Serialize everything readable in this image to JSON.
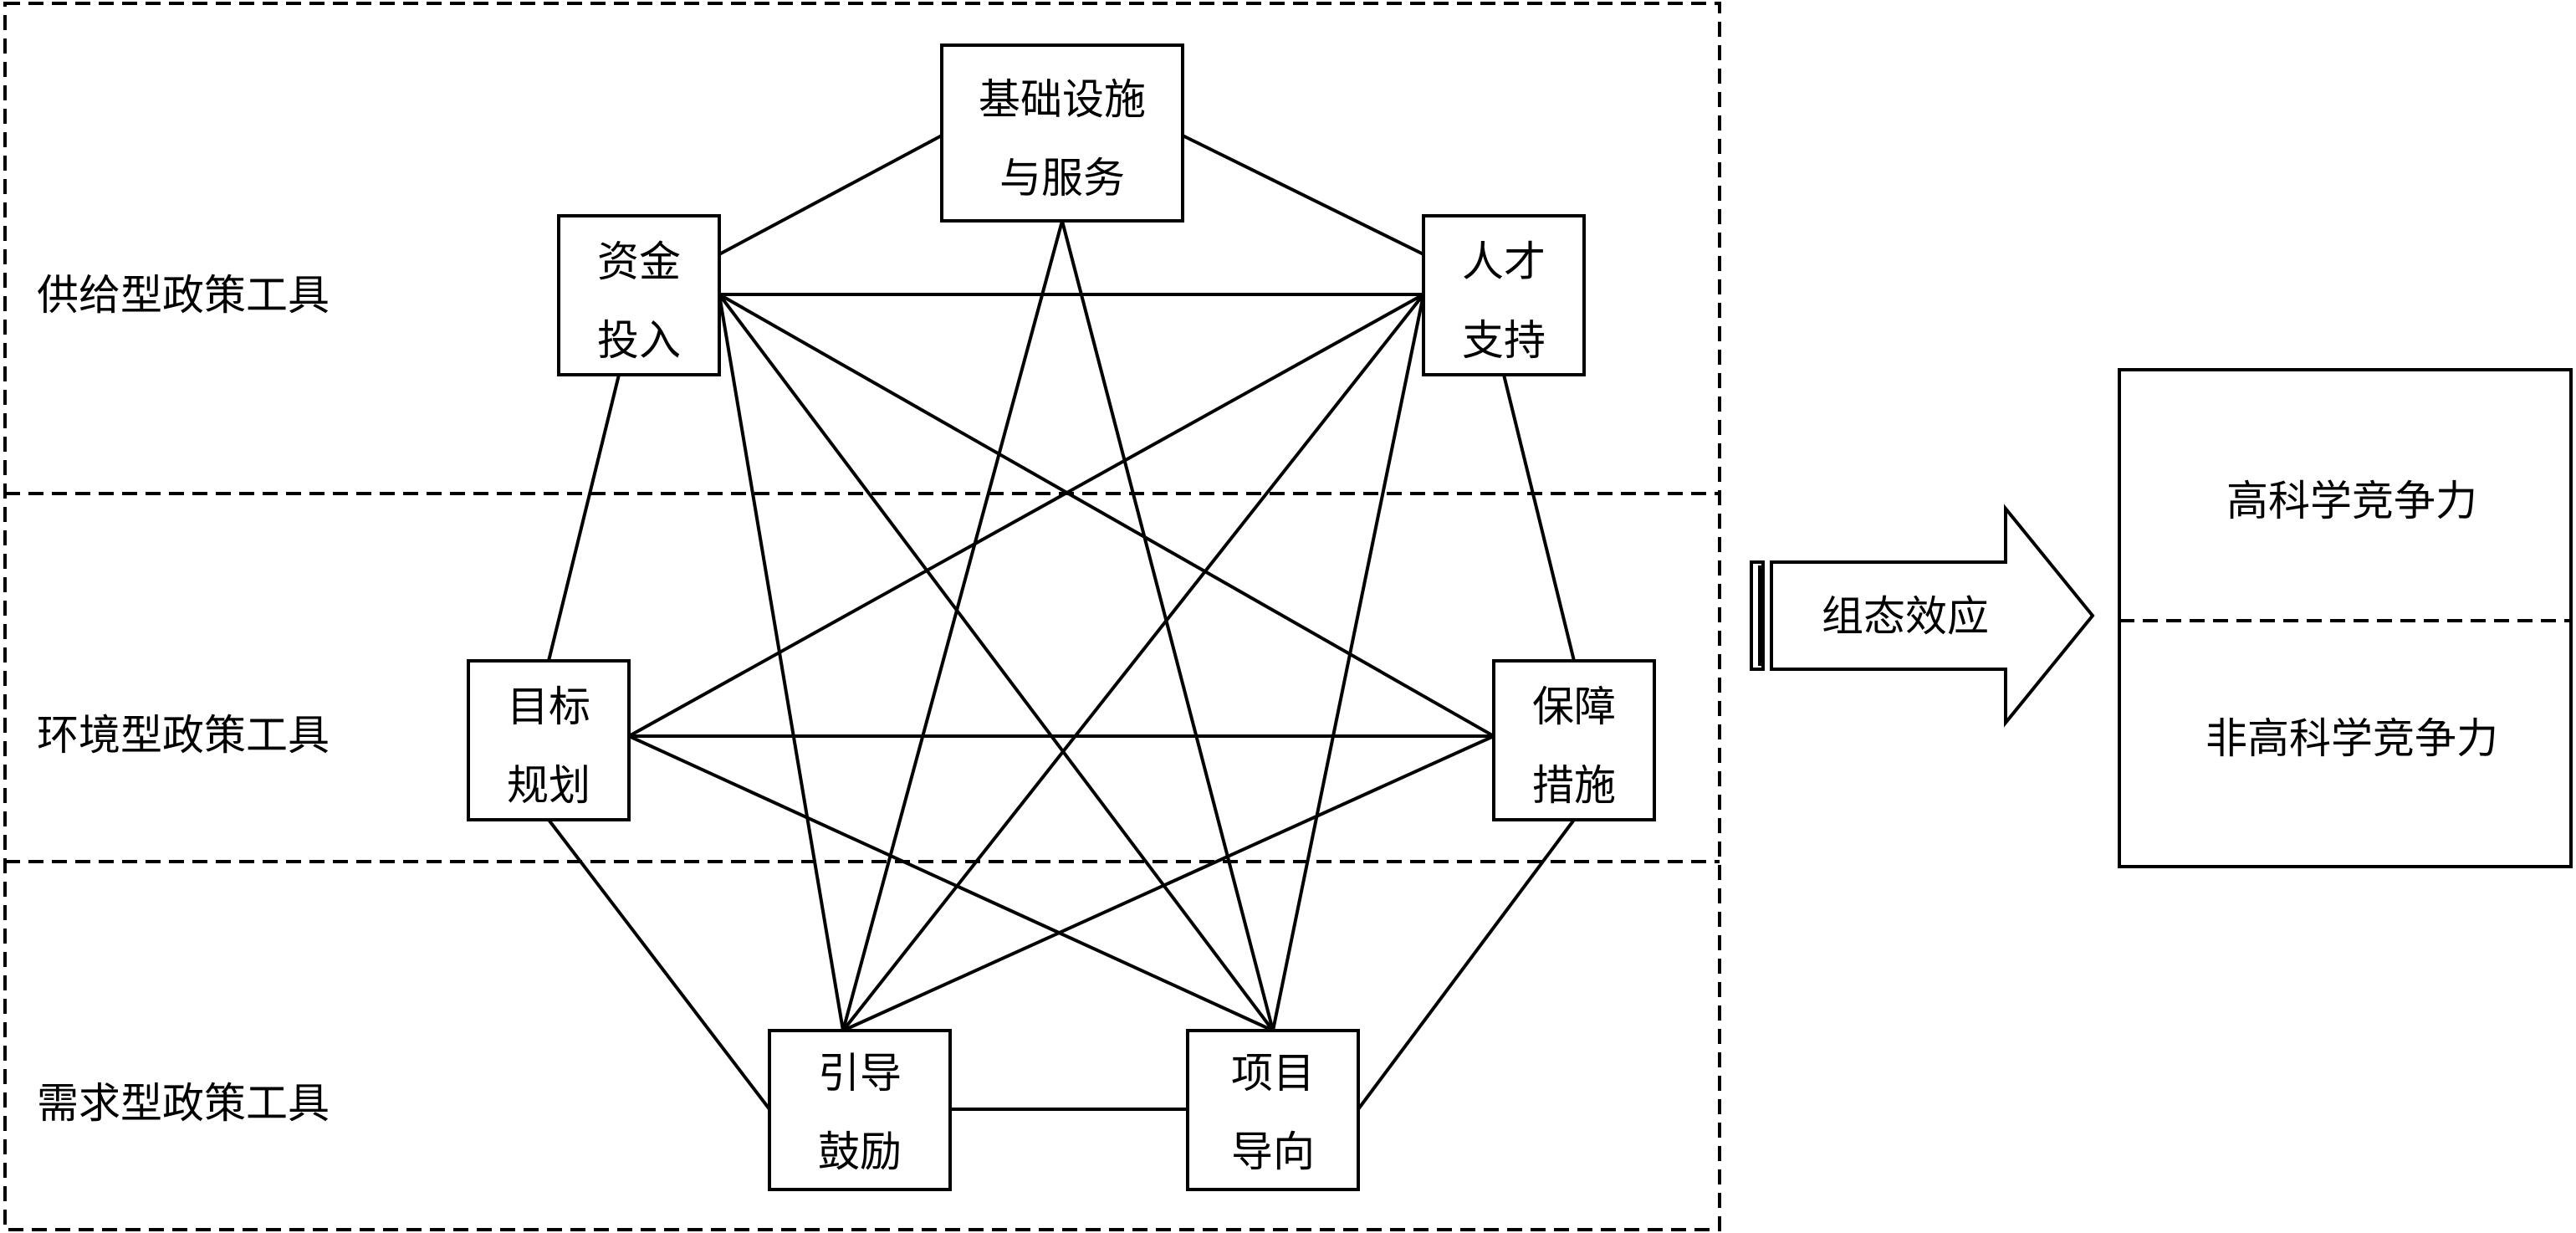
{
  "categories": {
    "supply": "供给型政策工具",
    "environment": "环境型政策工具",
    "demand": "需求型政策工具"
  },
  "nodes": {
    "infrastructure": {
      "line1": "基础设施",
      "line2": "与服务"
    },
    "funding": {
      "line1": "资金",
      "line2": "投入"
    },
    "talent": {
      "line1": "人才",
      "line2": "支持"
    },
    "planning": {
      "line1": "目标",
      "line2": "规划"
    },
    "safeguard": {
      "line1": "保障",
      "line2": "措施"
    },
    "guidance": {
      "line1": "引导",
      "line2": "鼓励"
    },
    "project": {
      "line1": "项目",
      "line2": "导向"
    }
  },
  "arrow": {
    "label": "组态效应"
  },
  "outcomes": {
    "high": "高科学竞争力",
    "non_high": "非高科学竞争力"
  }
}
